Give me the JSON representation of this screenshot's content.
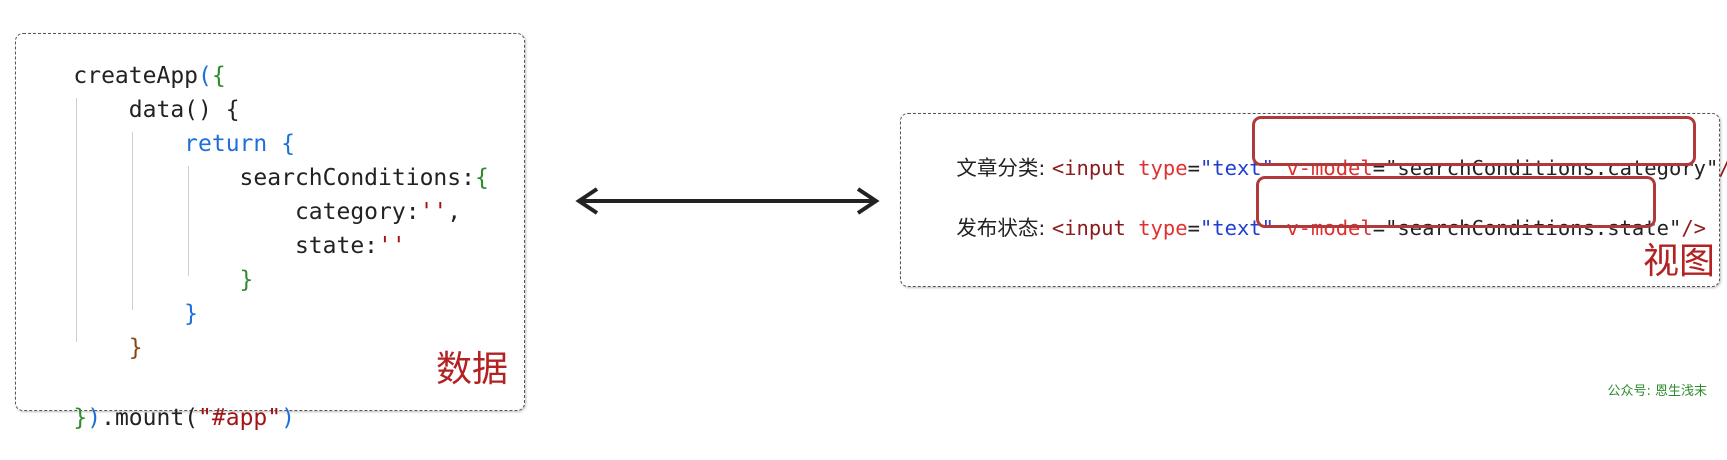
{
  "code_panel": {
    "lines": [
      {
        "parts": [
          "createApp",
          "(",
          "{"
        ]
      },
      {
        "parts": [
          "    data() {"
        ]
      },
      {
        "parts": [
          "        return",
          " {"
        ]
      },
      {
        "parts": [
          "            searchConditions:",
          "{"
        ]
      },
      {
        "parts": [
          "                category:",
          "''",
          ","
        ]
      },
      {
        "parts": [
          "                state:",
          "''"
        ]
      },
      {
        "parts": [
          "            }"
        ]
      },
      {
        "parts": [
          "        }"
        ]
      },
      {
        "parts": [
          "    }"
        ]
      },
      {
        "parts": [
          ""
        ]
      },
      {
        "parts": [
          "}",
          ")",
          ".mount(",
          "\"#app\"",
          ")"
        ]
      }
    ],
    "tag": "数据"
  },
  "view_panel": {
    "rows": [
      {
        "label": "文章分类: ",
        "tag_open": "<input ",
        "type_attr": "type",
        "type_eq": "=",
        "type_val": "\"text\"",
        "space": " ",
        "model_attr": "v-model",
        "model_eq": "=",
        "model_val": "\"searchConditions.category\"",
        "tag_close": "/>"
      },
      {
        "label": "发布状态: ",
        "tag_open": "<input ",
        "type_attr": "type",
        "type_eq": "=",
        "type_val": "\"text\"",
        "space": " ",
        "model_attr": "v-model",
        "model_eq": "=",
        "model_val": "\"searchConditions.state\"",
        "tag_close": "/>"
      }
    ],
    "tag": "视图"
  },
  "watermark": "公众号: 恩生浅末",
  "colors": {
    "highlight": "#b03a3a",
    "tag_red": "#b22222",
    "arrow": "#222222",
    "watermark": "#2e8b2e"
  },
  "icons": {
    "arrow": "double-headed-arrow-icon"
  }
}
